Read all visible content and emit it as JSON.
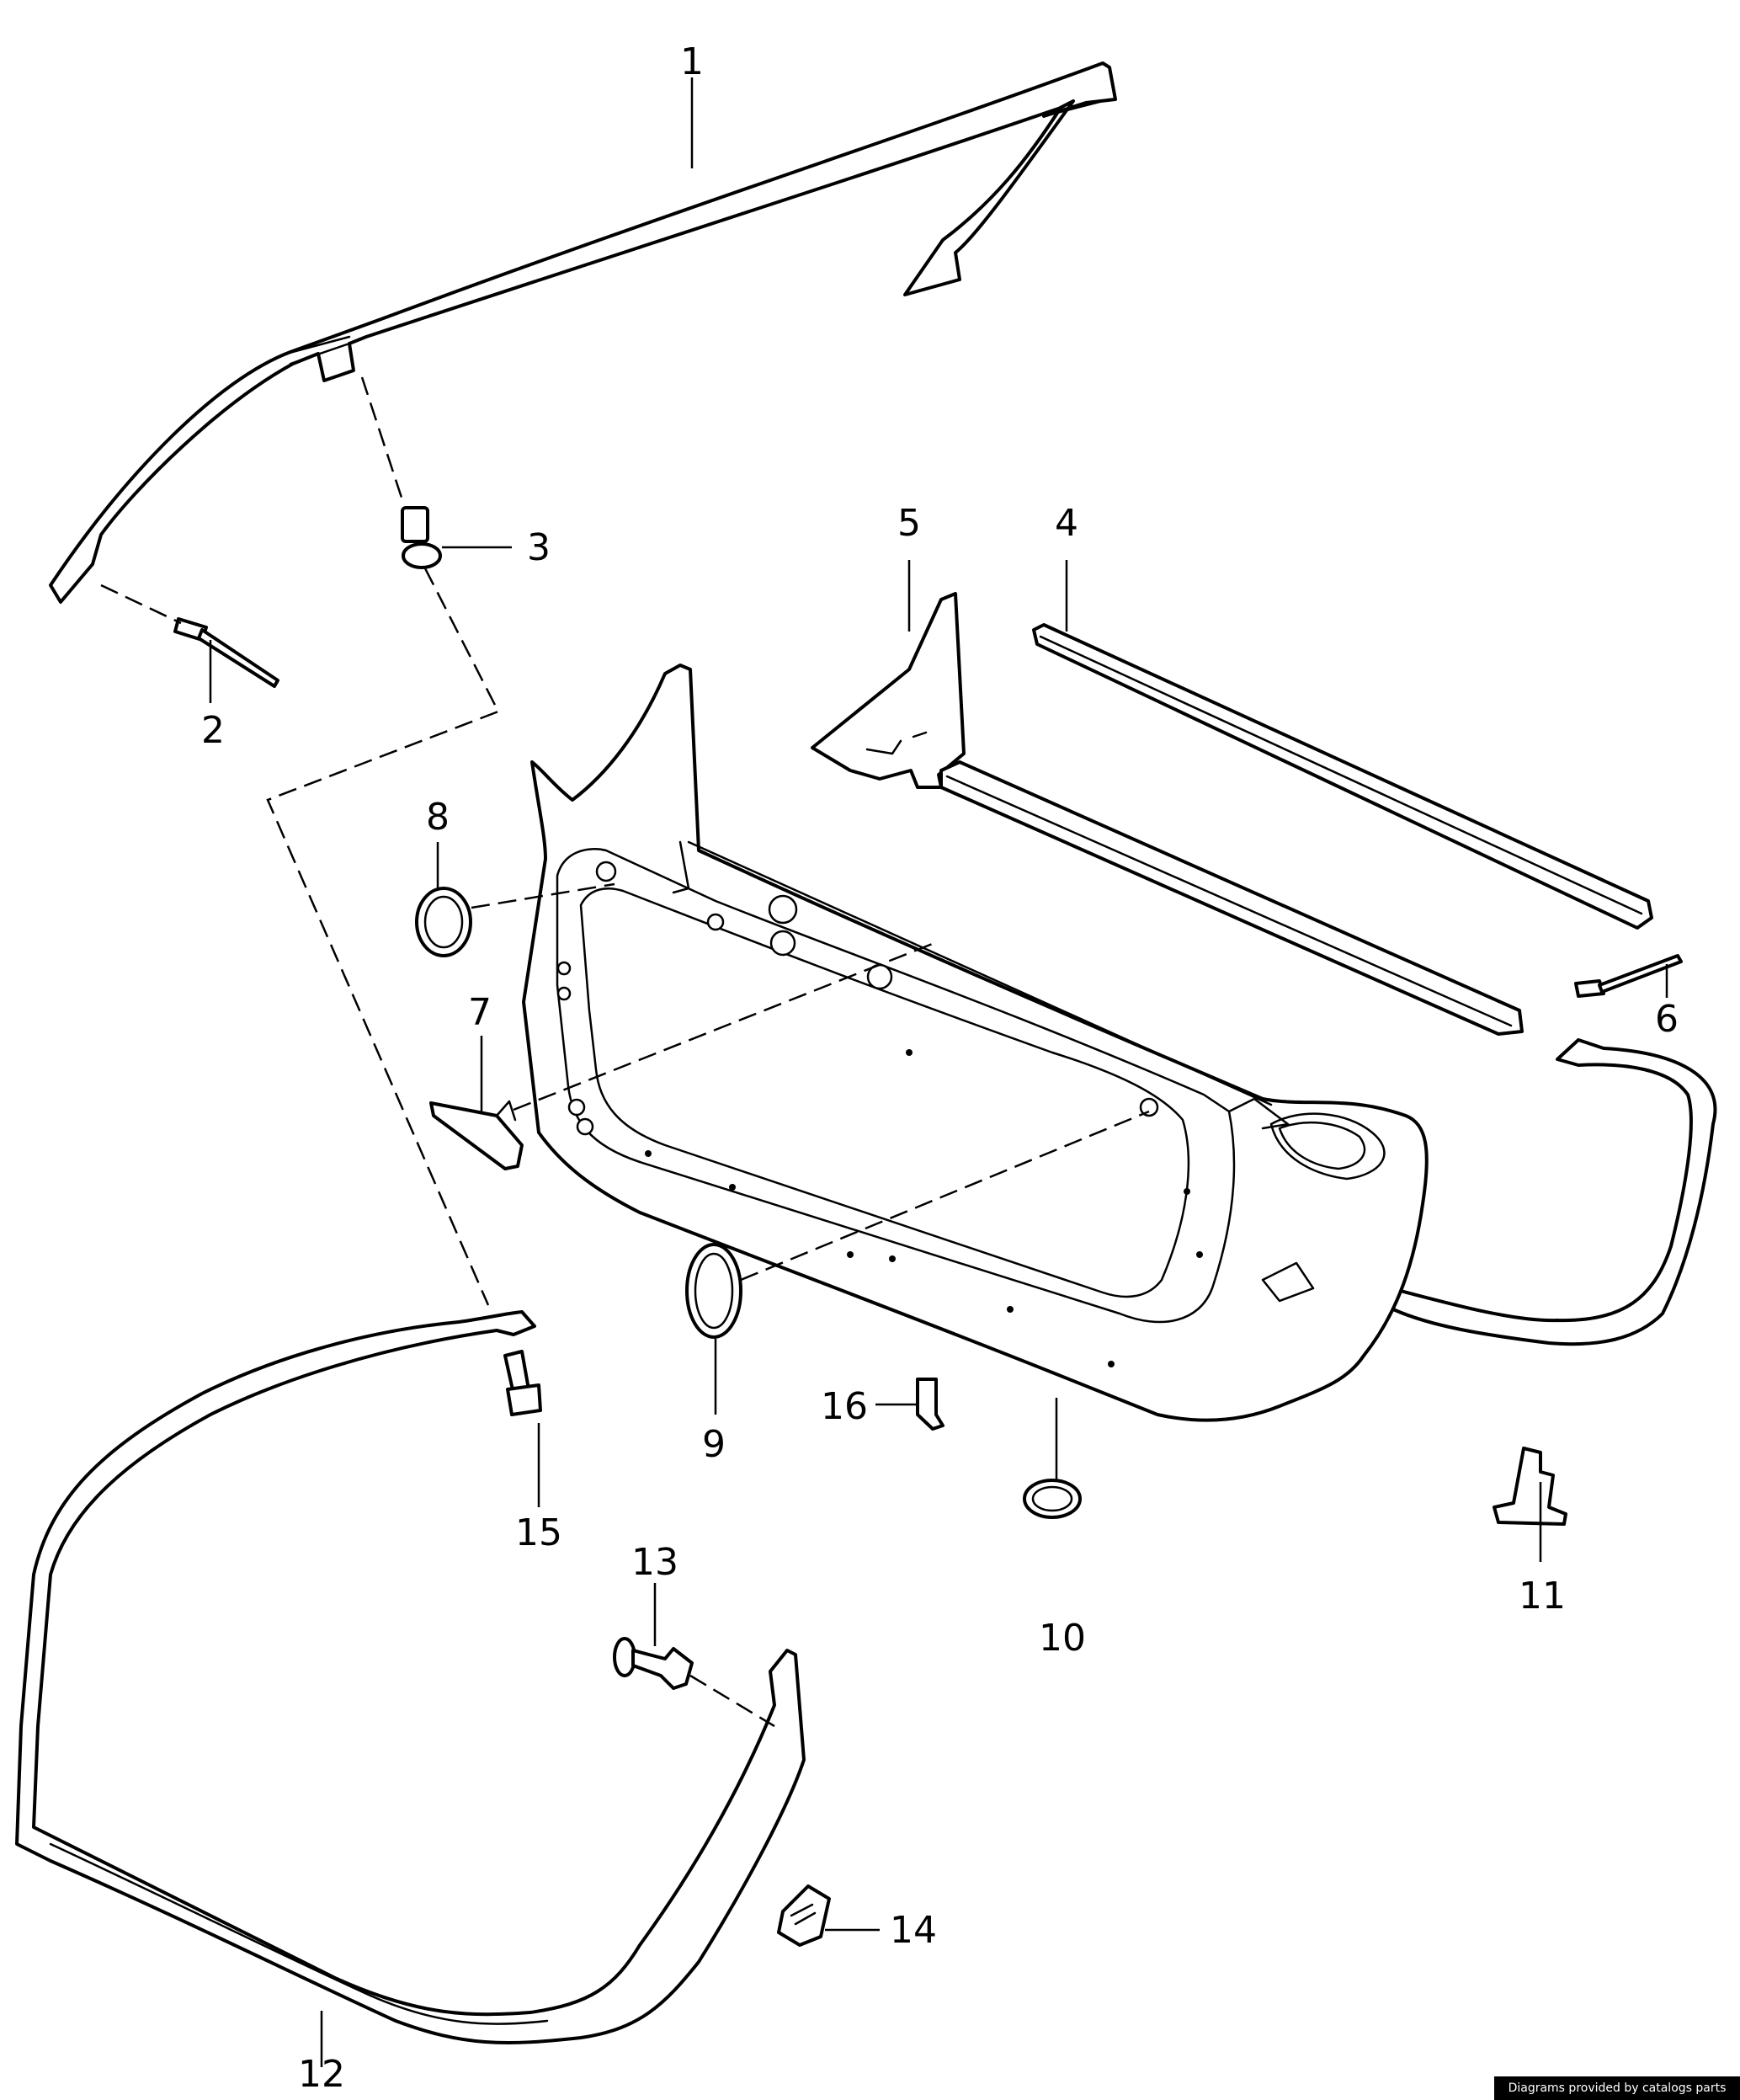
{
  "callouts": {
    "c1": "1",
    "c2": "2",
    "c3": "3",
    "c4": "4",
    "c5": "5",
    "c6": "6",
    "c7": "7",
    "c8": "8",
    "c9": "9",
    "c10": "10",
    "c11": "11",
    "c12": "12",
    "c13": "13",
    "c14": "14",
    "c15": "15",
    "c16": "16"
  },
  "footer": {
    "credit": "Diagrams provided by catalogs parts"
  }
}
